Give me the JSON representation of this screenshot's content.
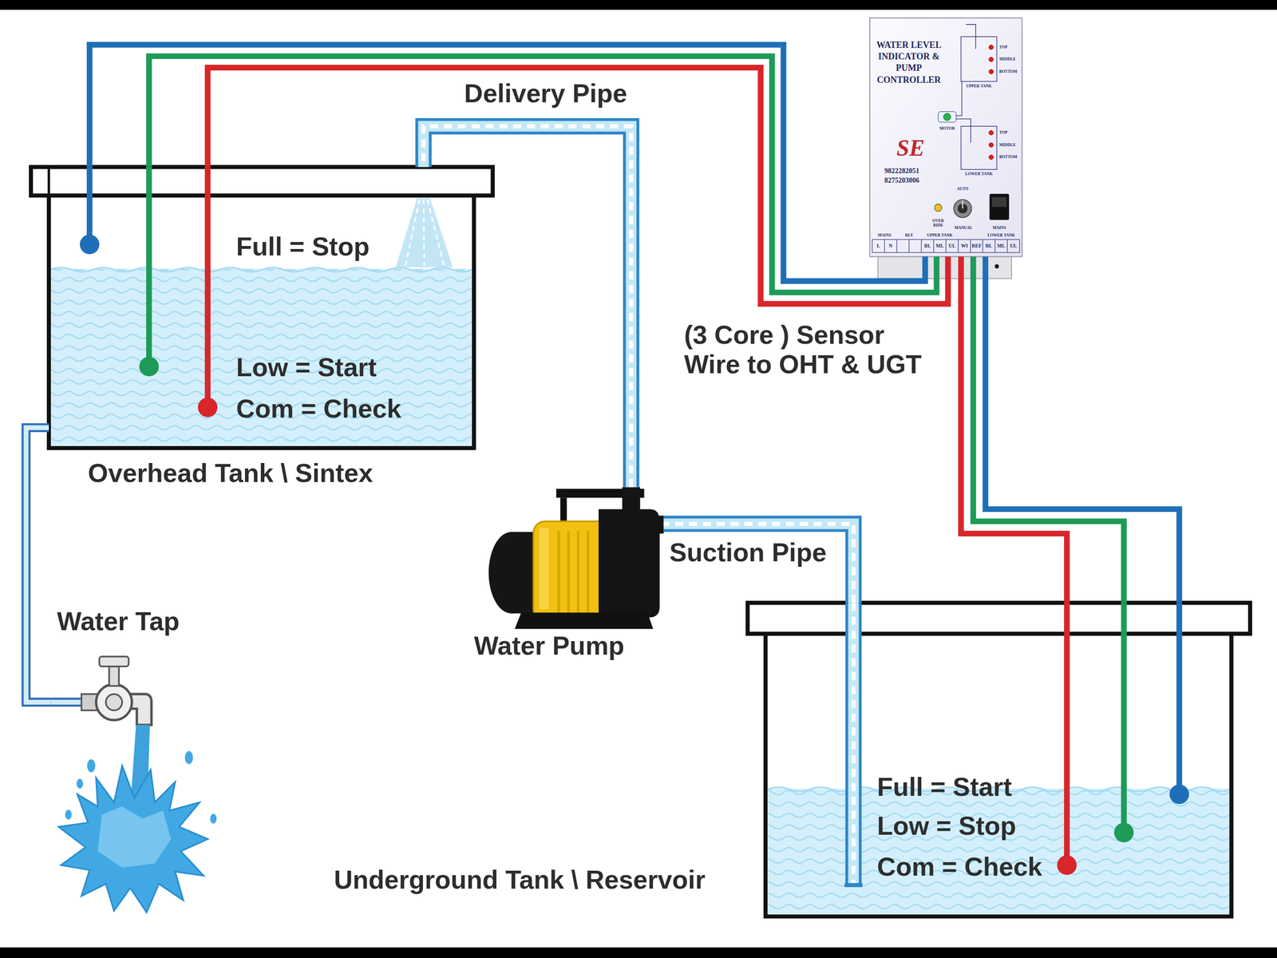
{
  "diagram": {
    "nodes": [
      {
        "text": [
          "Full = Stop",
          "Low = Start",
          "Com = Check",
          "Overhead Tank \\ Sintex"
        ]
      },
      {
        "text": [
          "WATER LEVEL INDICATOR & PUMP CONTROLLER",
          "TOP",
          "MIDDLE",
          "BOTTOM",
          "UPPER TANK",
          "MOTOR",
          "TOP",
          "MIDDLE",
          "BOTTOM",
          "LOWER TANK",
          "SE",
          "9822282051",
          "8275203006",
          "AUTO",
          "OVER RIDE",
          "MANUAL",
          "MAINS",
          "MAINS",
          "RLY",
          "UPPER TANK",
          "LOWER TANK",
          "L",
          "N",
          "BL",
          "ML",
          "UL",
          "WI",
          "REF",
          "BL",
          "ML",
          "UL"
        ]
      },
      {
        "text": [
          "Water Pump"
        ]
      },
      {
        "text": [
          "Water Tap"
        ]
      },
      {
        "text": [
          "Full = Start",
          "Low = Stop",
          "Com = Check",
          "Underground Tank \\ Reservoir"
        ]
      }
    ],
    "edges": [
      {
        "from": 2,
        "to": 0,
        "arrow": "none",
        "label": "Delivery Pipe"
      },
      {
        "from": 4,
        "to": 2,
        "arrow": "none",
        "label": "Suction Pipe"
      },
      {
        "from": 0,
        "to": 3,
        "arrow": "none"
      },
      {
        "from": 1,
        "to": 0,
        "arrow": "none"
      },
      {
        "from": 1,
        "to": 4,
        "arrow": "none"
      }
    ],
    "labels": [
      "(3 Core ) Sensor Wire to OHT & UGT"
    ]
  }
}
